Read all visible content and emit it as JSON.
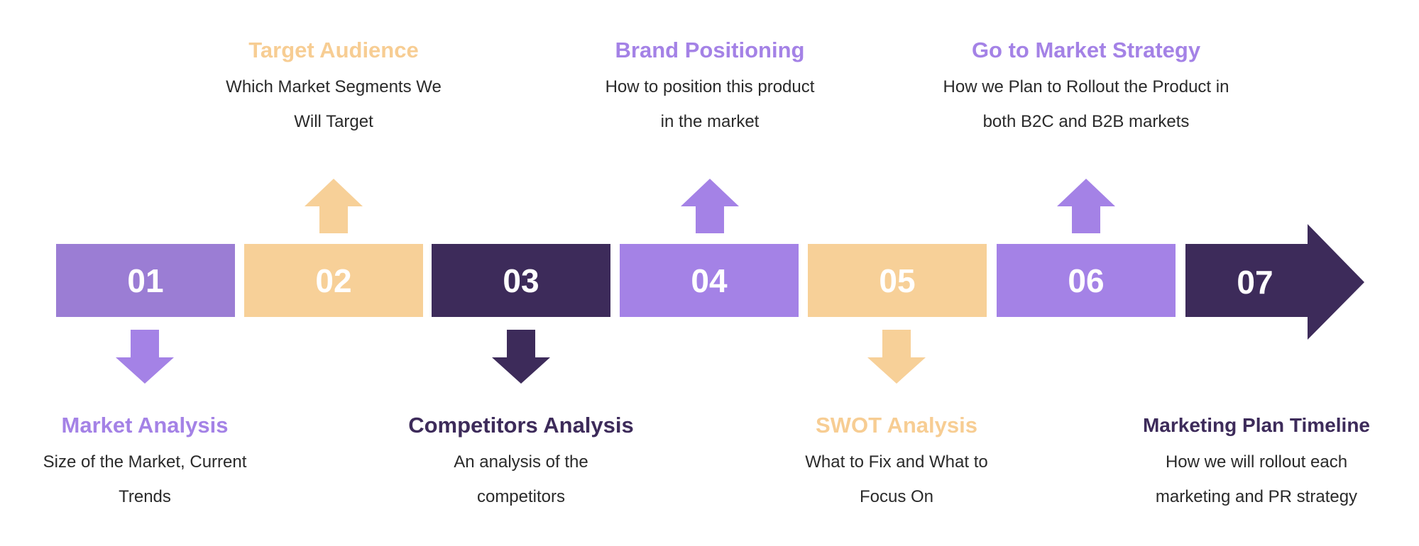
{
  "colors": {
    "lavender": "#9b7dd4",
    "peach": "#f7d098",
    "dark": "#3d2b5a",
    "purple": "#a482e6"
  },
  "steps": [
    {
      "number": "01",
      "color": "#9b7dd4",
      "arrow_color": "#a482e6",
      "direction": "down",
      "title": "Market Analysis",
      "title_color": "#a482e6",
      "desc": [
        "Size of the Market, Current",
        "Trends"
      ]
    },
    {
      "number": "02",
      "color": "#f7d098",
      "arrow_color": "#f7d098",
      "direction": "up",
      "title": "Target Audience",
      "title_color": "#f7cd93",
      "desc": [
        "Which Market Segments We",
        "Will Target"
      ]
    },
    {
      "number": "03",
      "color": "#3d2b5a",
      "arrow_color": "#3d2b5a",
      "direction": "down",
      "title": "Competitors Analysis",
      "title_color": "#3d2b5a",
      "desc": [
        "An analysis of the",
        "competitors"
      ]
    },
    {
      "number": "04",
      "color": "#a482e6",
      "arrow_color": "#a482e6",
      "direction": "up",
      "title": "Brand Positioning",
      "title_color": "#a482e6",
      "desc": [
        "How to position this product",
        "in the market"
      ]
    },
    {
      "number": "05",
      "color": "#f7d098",
      "arrow_color": "#f7d098",
      "direction": "down",
      "title": "SWOT Analysis",
      "title_color": "#f7cd93",
      "desc": [
        "What to Fix and What to",
        "Focus On"
      ]
    },
    {
      "number": "06",
      "color": "#a482e6",
      "arrow_color": "#a482e6",
      "direction": "up",
      "title": "Go to Market Strategy",
      "title_color": "#a482e6",
      "desc": [
        "How we Plan to Rollout the Product in",
        "both B2C and B2B markets"
      ]
    },
    {
      "number": "07",
      "color": "#3d2b5a",
      "arrow_color": "#3d2b5a",
      "direction": "none",
      "title": "Marketing Plan Timeline",
      "title_color": "#3d2b5a",
      "desc": [
        "How we will rollout each",
        "marketing and PR strategy"
      ]
    }
  ]
}
